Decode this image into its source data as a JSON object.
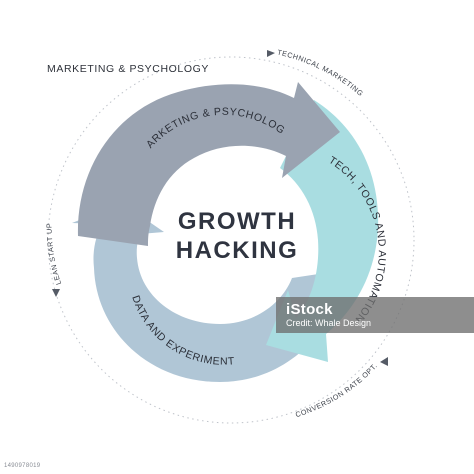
{
  "header": {
    "label": "MARKETING & PSYCHOLOGY"
  },
  "center": {
    "line1": "GROWTH",
    "line2": "HACKING"
  },
  "segments": [
    {
      "label": "MARKETING & PSYCHOLOGY",
      "color": "#9aa3b1"
    },
    {
      "label": "TECH, TOOLS AND AUTOMATION",
      "color": "#a9dde1"
    },
    {
      "label": "DATA AND EXPERIMENT",
      "color": "#b0c6d6"
    }
  ],
  "outer_labels": {
    "top_right": "TECHNICAL MARKETING",
    "left": "LEAN START UP",
    "bottom_right": "CONVERSION RATE OPT."
  },
  "watermark": {
    "brand": "iStock",
    "credit": "Credit: Whale Design"
  },
  "stock_id": "1490978019"
}
